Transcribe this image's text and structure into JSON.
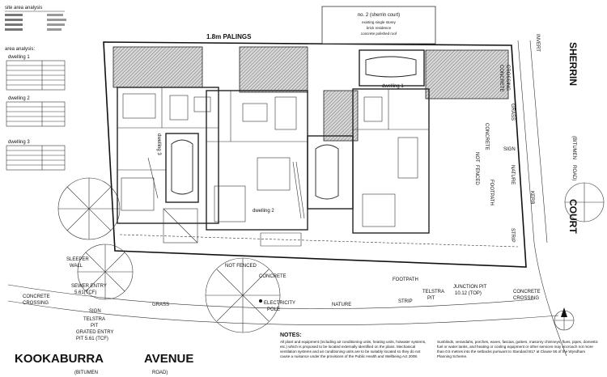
{
  "title_block": {
    "heading": "site area analysis"
  },
  "area_analysis": {
    "heading": "area analysis:",
    "dwellings": [
      {
        "label": "dwelling 1",
        "rows": 6
      },
      {
        "label": "dwelling 2",
        "rows": 5
      },
      {
        "label": "dwelling 3",
        "rows": 5
      }
    ]
  },
  "neighbour": {
    "title": "no. 2 (sherrin court)",
    "lines": [
      "existing single storey",
      "brick residence",
      "concrete polished roof"
    ]
  },
  "labels": {
    "palings": "1.8m PALINGS",
    "dwelling1": "dwelling 1",
    "dwelling2": "dwelling 2",
    "dwelling3": "dwelling 3",
    "sleeper_wall": [
      "SLEEPER",
      "WALL"
    ],
    "not_fenced_bottom": "NOT    FENCED",
    "concrete_bottom": "CONCRETE",
    "footpath_bottom": "FOOTPATH",
    "grass_bottom": "GRASS",
    "electricity_pole": [
      "ELECTRICITY",
      "POLE"
    ],
    "nature_bottom": "NATURE",
    "strip_bottom": "STRIP",
    "telstra_pit_bottom": [
      "TELSTRA",
      "PIT"
    ],
    "junction_pit": [
      "JUNCTION PIT",
      "10.12 (TOP)"
    ],
    "concrete_crossing_left": [
      "CONCRETE",
      "CROSSING"
    ],
    "concrete_crossing_right": [
      "CONCRETE",
      "CROSSING"
    ],
    "concrete_crossing_top": [
      "CONCRETE",
      "CROSSING"
    ],
    "invert": "INVERT",
    "sewer_entry": [
      "SEWER ENTRY",
      "5.61(TCF)"
    ],
    "sign_bottom": "SIGN",
    "telstra_pit_left": [
      "TELSTRA",
      "PIT"
    ],
    "grated_entry": [
      "GRATED ENTRY",
      "PIT 5.61 (TCF)"
    ],
    "grass_right": "GRASS",
    "concrete_right": "CONCRETE",
    "footpath_right": "FOOTPATH",
    "nature_right": "NATURE",
    "strip_right": "STRIP",
    "not_fenced_right": [
      "NOT",
      "FENCED"
    ],
    "sign_right": "SIGN",
    "kerb": "KERB",
    "sherrin": "SHERRIN",
    "bitumen_right": "(BITUMEN",
    "road_right": "ROAD)",
    "court": "COURT",
    "kookaburra": "KOOKABURRA",
    "avenue": "AVENUE",
    "bitumen_bottom": "(BITUMEN",
    "road_bottom": "ROAD)"
  },
  "notes": {
    "heading": "NOTES:",
    "left_text": "All plant and equipment (including air conditioning units, heating units, hotwater systems, etc.) which is proposed to be located externally identified on the plans. Mechanical ventilation systems and air conditioning units are to be suitably located so they do not cause a nuisance under the provisions of the Public Health and Wellbeing Act 2008.",
    "right_text": "Sunblinds, verandahs, porches, eaves, fascias, gutters, masonry chimneys, flues, pipes, domestic fuel or water tanks, and heating or cooling equipment or other services may encroach not more than 0.5 metres into the setbacks pursuant to Standard B17 at Clause 55 of the Wyndham Planning Scheme."
  }
}
